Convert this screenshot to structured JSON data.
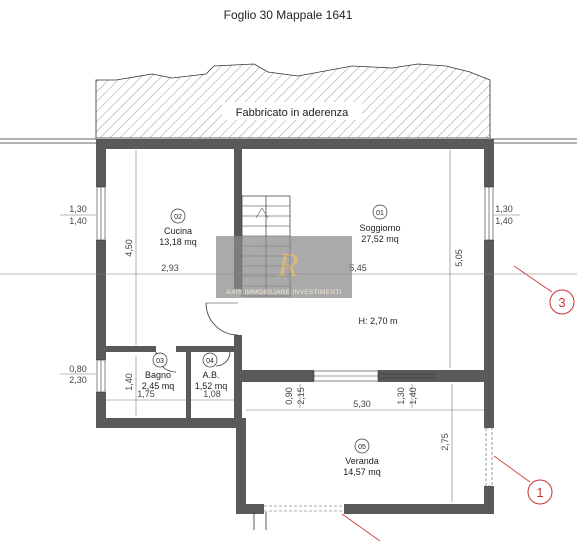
{
  "header": {
    "title": "Foglio 30 Mappale 1641"
  },
  "adjacent_building": {
    "label": "Fabbricato in aderenza"
  },
  "rooms": [
    {
      "number": "01",
      "name": "Soggiorno",
      "area": "27,52 mq"
    },
    {
      "number": "02",
      "name": "Cucina",
      "area": "13,18 mq"
    },
    {
      "number": "03",
      "name": "Bagno",
      "area": "2,45 mq"
    },
    {
      "number": "04",
      "name": "A.B.",
      "area": "1,52 mq"
    },
    {
      "number": "05",
      "name": "Veranda",
      "area": "14,57 mq"
    }
  ],
  "height_note": "H: 2,70 m",
  "dimensions": {
    "kitchen_height": "4,50",
    "kitchen_width": "2,93",
    "living_width": "5,45",
    "living_height": "5,05",
    "bath_height": "1,40",
    "bath_width": "1,75",
    "ab_width": "1,08",
    "veranda_width": "5,30",
    "veranda_height": "2,75",
    "opening_a_top": "0,90",
    "opening_a_bottom": "2,15",
    "opening_b_top": "1,30",
    "opening_b_bottom": "1,40",
    "left_window_top": "1,30",
    "left_window_bottom": "1,40",
    "right_window_top": "1,30",
    "right_window_bottom": "1,40",
    "left_door_top": "0,80",
    "left_door_bottom": "2,30"
  },
  "section_markers": [
    "3",
    "1"
  ],
  "watermark": {
    "text": "AXIS IMMOBILIARE INVESTIMENTI",
    "color": "#c9a24a"
  }
}
